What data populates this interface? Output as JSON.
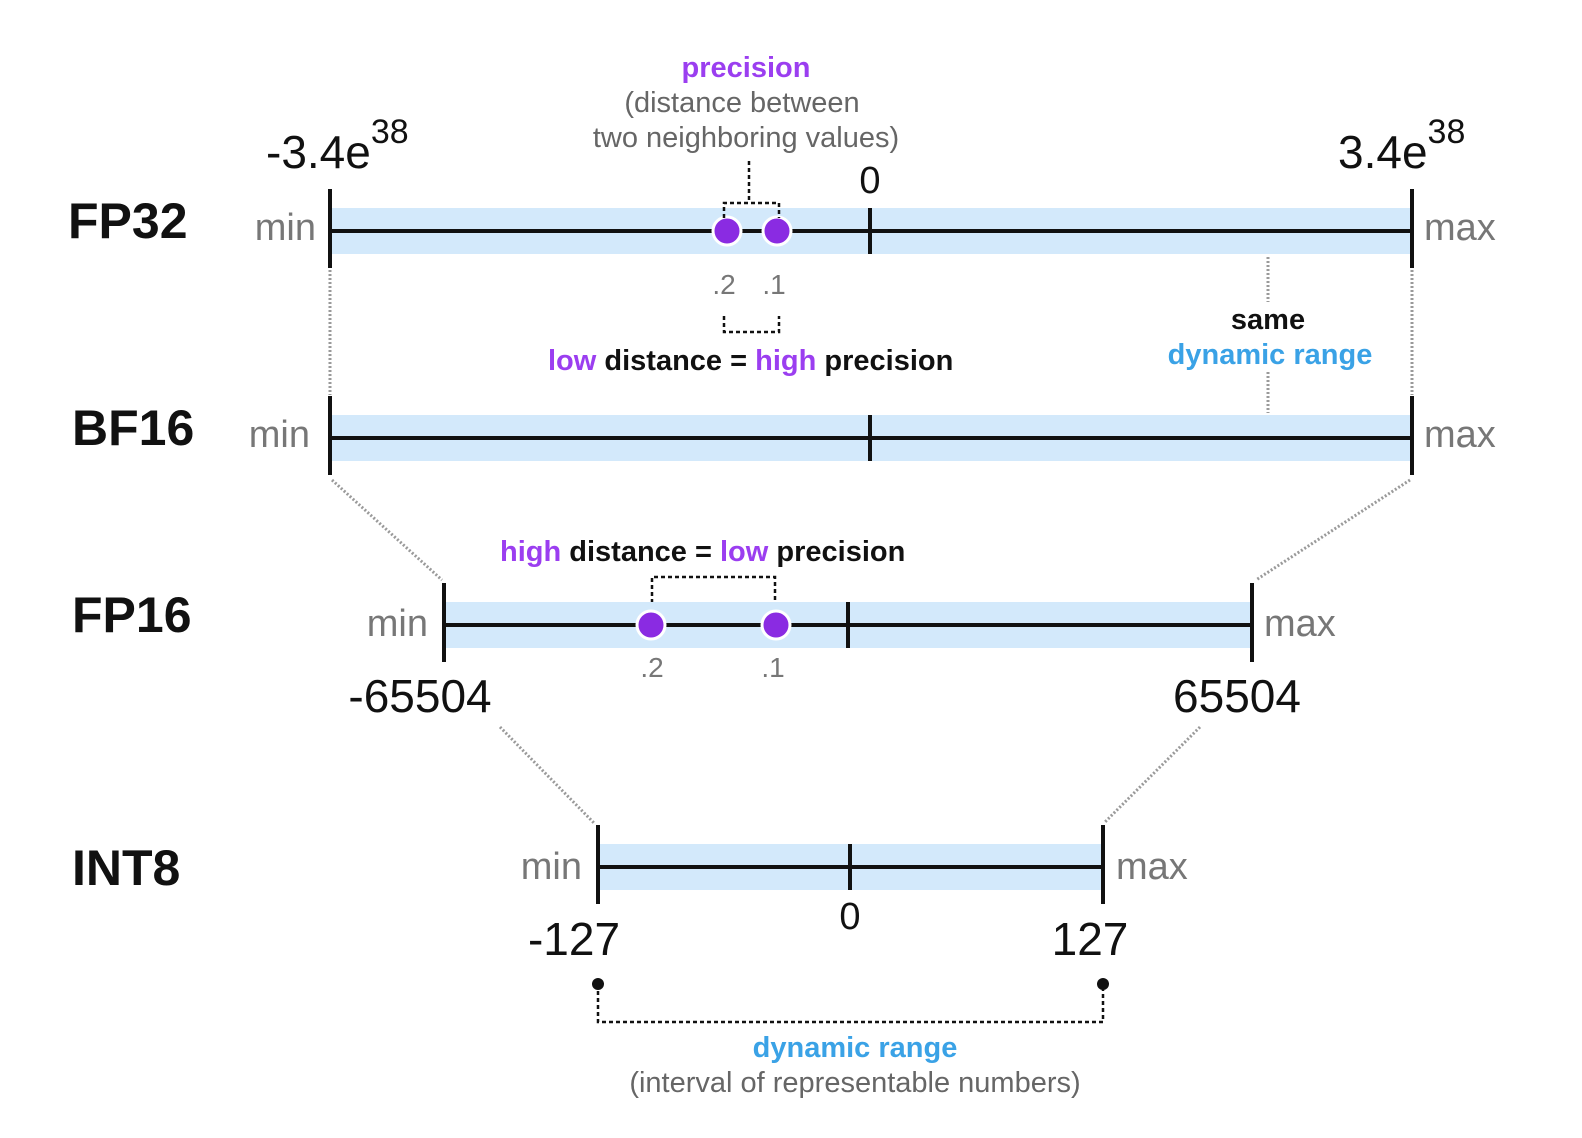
{
  "formats": {
    "fp32": {
      "label": "FP32",
      "min_label": "min",
      "max_label": "max",
      "min_value": "-3.4e",
      "min_exp": "38",
      "max_value": "3.4e",
      "max_exp": "38",
      "zero_label": "0",
      "point_a": ".2",
      "point_b": ".1"
    },
    "bf16": {
      "label": "BF16",
      "min_label": "min",
      "max_label": "max"
    },
    "fp16": {
      "label": "FP16",
      "min_label": "min",
      "max_label": "max",
      "min_value": "-65504",
      "max_value": "65504",
      "point_a": ".2",
      "point_b": ".1"
    },
    "int8": {
      "label": "INT8",
      "min_label": "min",
      "max_label": "max",
      "min_value": "-127",
      "max_value": "127",
      "zero_label": "0"
    }
  },
  "annotations": {
    "precision": {
      "title": "precision",
      "line1": "(distance between",
      "line2": "two neighboring values)"
    },
    "low_high": {
      "low": "low",
      "distance": "distance",
      "eq": "=",
      "high": "high",
      "precision": "precision"
    },
    "high_low": {
      "high": "high",
      "distance": "distance",
      "eq": "=",
      "low": "low",
      "precision": "precision"
    },
    "same_range": {
      "line1": "same",
      "line2": "dynamic range"
    },
    "dynamic_range": {
      "title": "dynamic range",
      "subtitle": "(interval of representable numbers)"
    }
  },
  "colors": {
    "band": "#d3e9fb",
    "axis": "#111111",
    "point": "#8a2be2",
    "accent_purple": "#9b3ef0",
    "accent_blue": "#3aa2e6",
    "muted": "#777777"
  }
}
